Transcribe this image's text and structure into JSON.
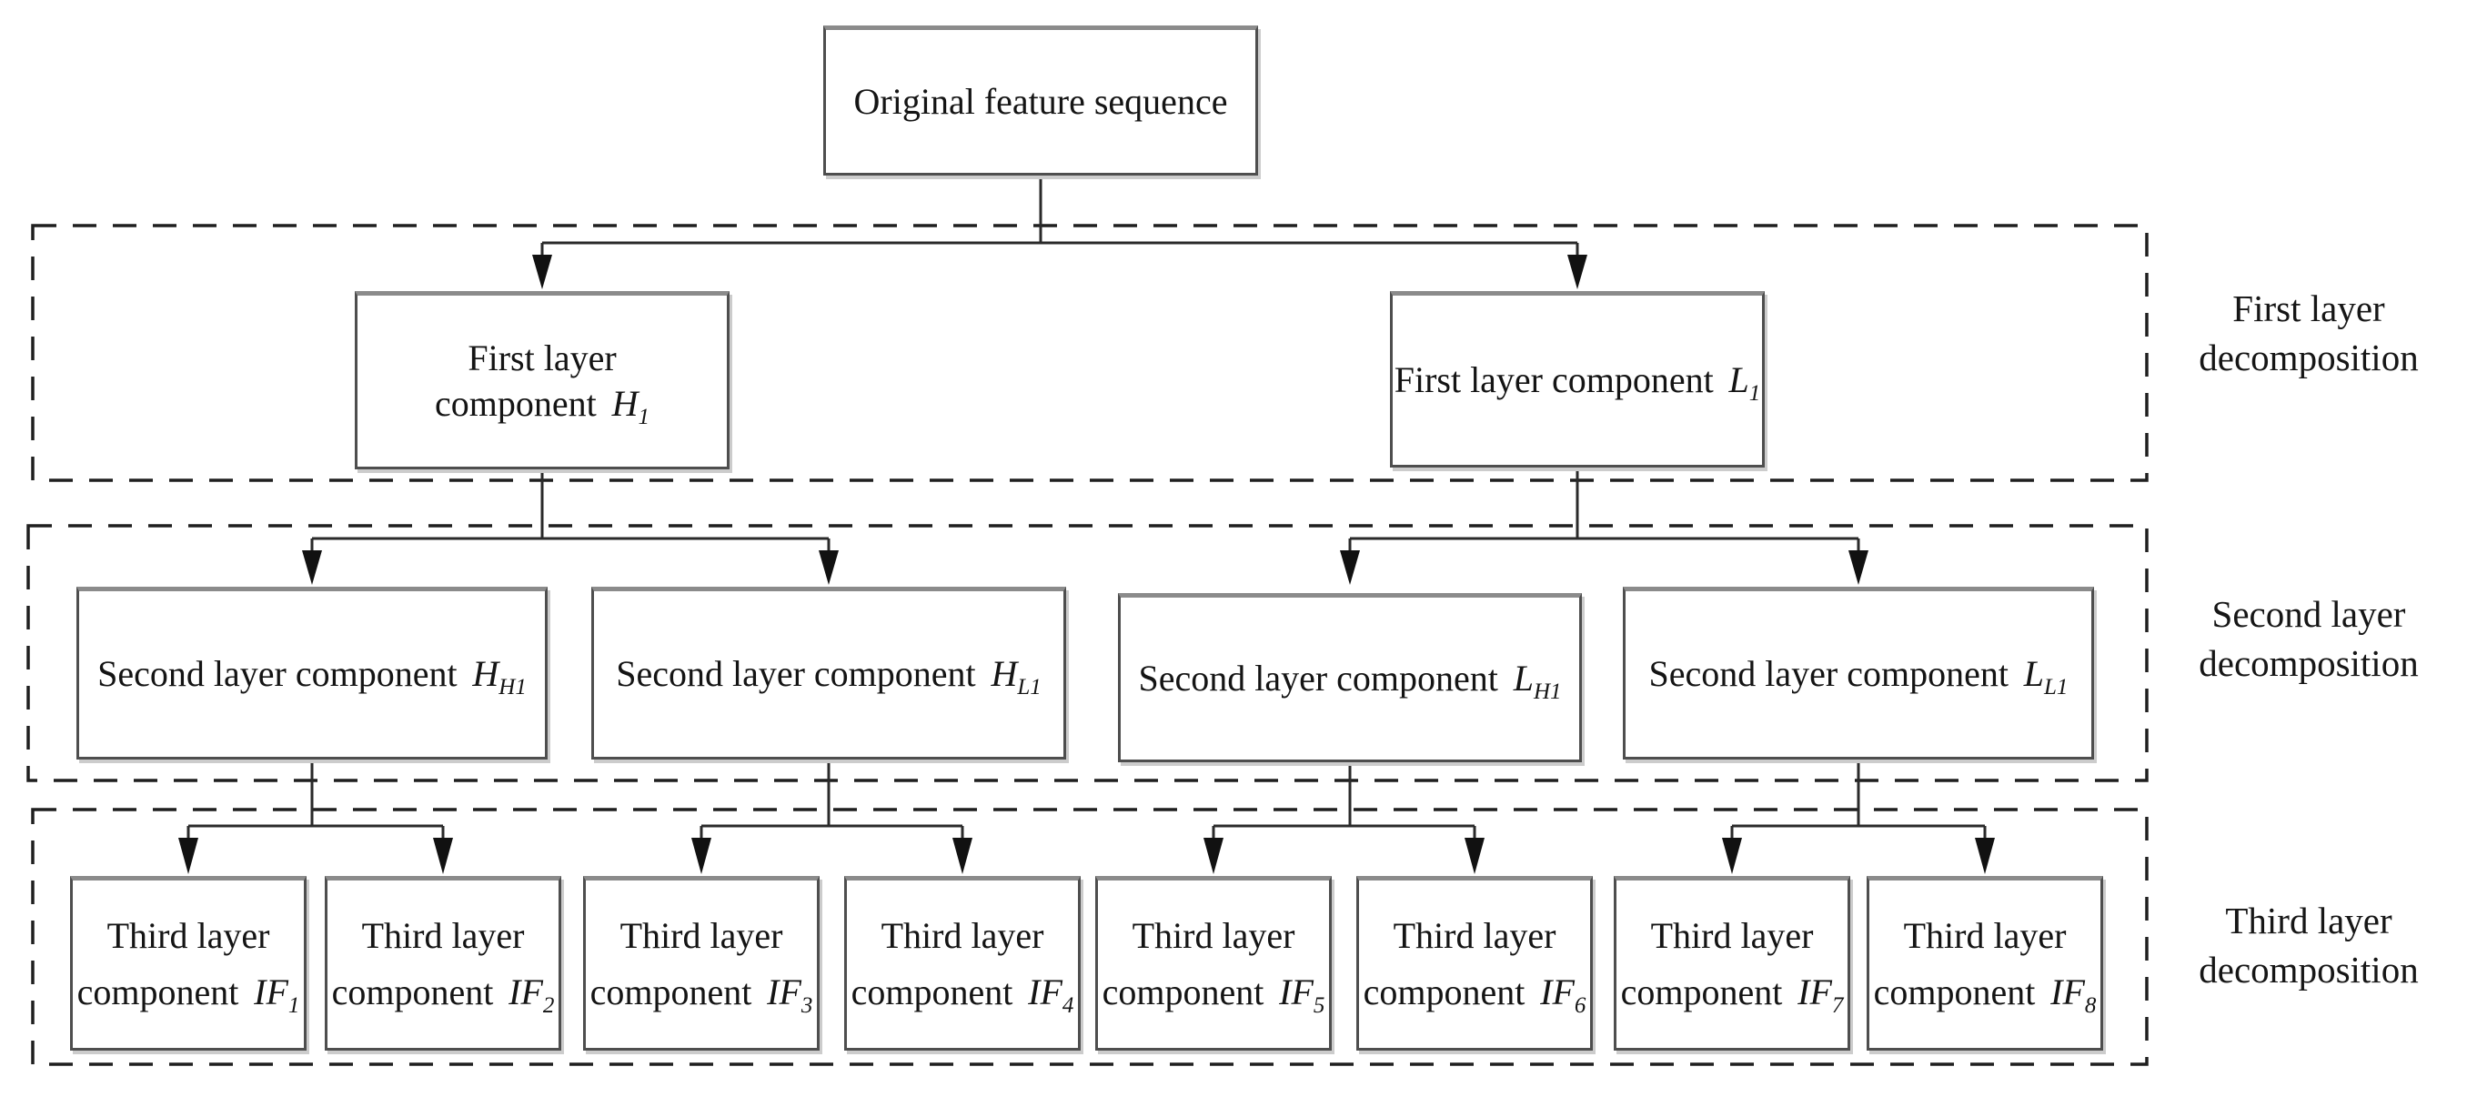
{
  "root": {
    "label": "Original feature sequence"
  },
  "layer1": {
    "band_label": {
      "line1": "First layer",
      "line2": "decomposition"
    },
    "boxes": [
      {
        "text": "First layer component",
        "symbol": "H",
        "sub": "1"
      },
      {
        "text": "First layer component",
        "symbol": "L",
        "sub": "1"
      }
    ]
  },
  "layer2": {
    "band_label": {
      "line1": "Second layer",
      "line2": "decomposition"
    },
    "boxes": [
      {
        "text": "Second layer component",
        "symbol": "H",
        "sub": "H1"
      },
      {
        "text": "Second layer component",
        "symbol": "H",
        "sub": "L1"
      },
      {
        "text": "Second layer component",
        "symbol": "L",
        "sub": "H1"
      },
      {
        "text": "Second layer component",
        "symbol": "L",
        "sub": "L1"
      }
    ]
  },
  "layer3": {
    "band_label": {
      "line1": "Third layer",
      "line2": "decomposition"
    },
    "boxes": [
      {
        "line1": "Third layer",
        "line2": "component",
        "symbol": "IF",
        "sub": "1"
      },
      {
        "line1": "Third layer",
        "line2": "component",
        "symbol": "IF",
        "sub": "2"
      },
      {
        "line1": "Third layer",
        "line2": "component",
        "symbol": "IF",
        "sub": "3"
      },
      {
        "line1": "Third layer",
        "line2": "component",
        "symbol": "IF",
        "sub": "4"
      },
      {
        "line1": "Third layer",
        "line2": "component",
        "symbol": "IF",
        "sub": "5"
      },
      {
        "line1": "Third layer",
        "line2": "component",
        "symbol": "IF",
        "sub": "6"
      },
      {
        "line1": "Third layer",
        "line2": "component",
        "symbol": "IF",
        "sub": "7"
      },
      {
        "line1": "Third layer",
        "line2": "component",
        "symbol": "IF",
        "sub": "8"
      }
    ]
  },
  "colors": {
    "background": "#ffffff",
    "ink": "#141414",
    "box_border": "#4e4e4e",
    "dashed_border": "#1f1f1f"
  }
}
